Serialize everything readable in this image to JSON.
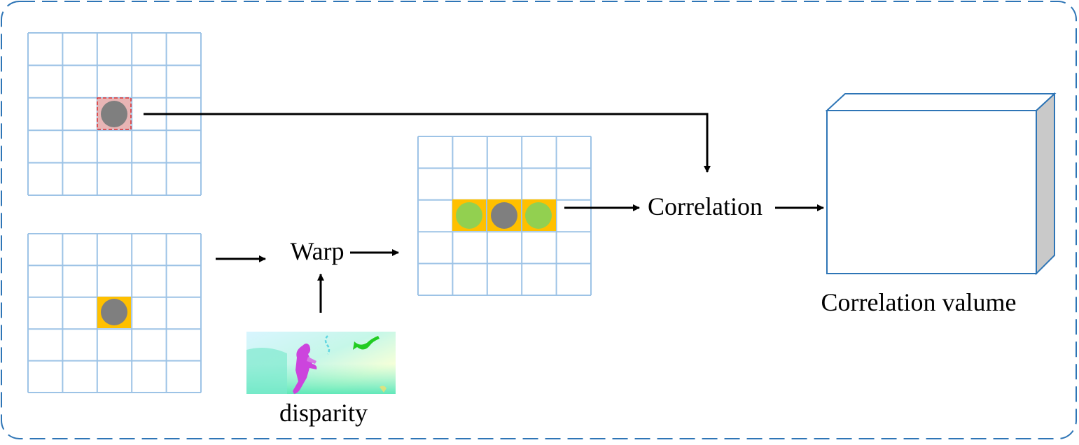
{
  "labels": {
    "warp": "Warp",
    "correlation": "Correlation",
    "correlation_volume": "Correlation valume",
    "disparity": "disparity"
  },
  "colors": {
    "frame_border": "#2e75b6",
    "grid_line": "#9dc3e6",
    "highlight_orange": "#ffc000",
    "reference_fill": "#e8b5b5",
    "reference_border": "#e03030",
    "feature_dot": "#7f7f7f",
    "candidate_dot": "#92d050",
    "volume_border": "#2e75b6",
    "volume_side": "#c9c9c9",
    "arrow": "#000000"
  },
  "grids": {
    "left_feature": {
      "rows": 5,
      "cols": 5,
      "marked_cell": [
        2,
        2
      ]
    },
    "right_feature": {
      "rows": 5,
      "cols": 5,
      "marked_cell": [
        2,
        2
      ]
    },
    "warped_feature": {
      "rows": 5,
      "cols": 5,
      "marked_cells": [
        [
          2,
          1
        ],
        [
          2,
          2
        ],
        [
          2,
          3
        ]
      ],
      "center_cell": [
        2,
        2
      ]
    }
  }
}
